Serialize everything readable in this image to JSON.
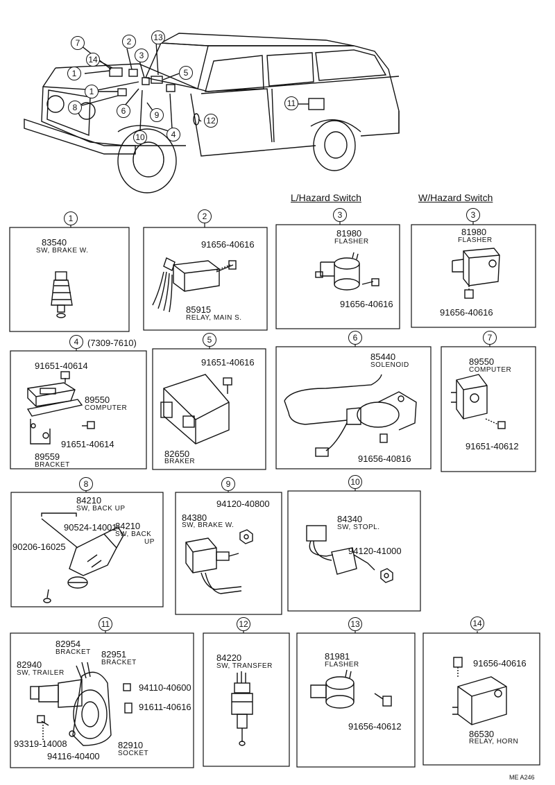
{
  "headers": {
    "l_hazard": "L/Hazard Switch",
    "w_hazard": "W/Hazard Switch"
  },
  "callouts": {
    "c1": "1",
    "c2": "2",
    "c3": "3",
    "c4": "4",
    "c5": "5",
    "c6": "6",
    "c7": "7",
    "c8": "8",
    "c9": "9",
    "c10": "10",
    "c11": "11",
    "c12": "12",
    "c13": "13",
    "c14": "14"
  },
  "panel1": {
    "num": "1",
    "part": "83540",
    "desc": "SW, BRAKE W."
  },
  "panel2": {
    "num": "2",
    "bolt": "91656-40616",
    "part": "85915",
    "desc": "RELAY, MAIN S."
  },
  "panel3a": {
    "num": "3",
    "part": "81980",
    "desc": "FLASHER",
    "bolt": "91656-40616"
  },
  "panel3b": {
    "num": "3",
    "part": "81980",
    "desc": "FLASHER",
    "bolt": "91656-40616"
  },
  "panel4": {
    "num": "4",
    "range": "(7309-7610)",
    "bolt1": "91651-40614",
    "part": "89550",
    "desc": "COMPUTER",
    "bolt2": "91651-40614",
    "bracket": "89559",
    "bracket_desc": "BRACKET"
  },
  "panel5": {
    "num": "5",
    "bolt": "91651-40616",
    "part": "82650",
    "desc": "BRAKER"
  },
  "panel6": {
    "num": "6",
    "part": "85440",
    "desc": "SOLENOID",
    "bolt": "91656-40816"
  },
  "panel7": {
    "num": "7",
    "part": "89550",
    "desc": "COMPUTER",
    "bolt": "91651-40612"
  },
  "panel8": {
    "num": "8",
    "part1": "84210",
    "desc1": "SW, BACK UP",
    "p2": "90524-14001",
    "p3": "84210",
    "desc3a": "SW, BACK",
    "desc3b": "UP",
    "p4": "90206-16025"
  },
  "panel9": {
    "num": "9",
    "nut": "94120-40800",
    "part": "84380",
    "desc": "SW, BRAKE W."
  },
  "panel10": {
    "num": "10",
    "part": "84340",
    "desc": "SW, STOPL.",
    "nut": "94120-41000"
  },
  "panel11": {
    "num": "11",
    "p1": "82954",
    "d1": "BRACKET",
    "p2": "82951",
    "d2": "BRACKET",
    "p3": "82940",
    "d3": "SW, TRAILER",
    "p4": "94110-40600",
    "p5": "91611-40616",
    "p6": "93319-14008",
    "p7": "94116-40400",
    "p8": "82910",
    "d8": "SOCKET"
  },
  "panel12": {
    "num": "12",
    "part": "84220",
    "desc": "SW, TRANSFER"
  },
  "panel13": {
    "num": "13",
    "part": "81981",
    "desc": "FLASHER",
    "bolt": "91656-40612"
  },
  "panel14": {
    "num": "14",
    "bolt": "91656-40616",
    "part": "86530",
    "desc": "RELAY, HORN"
  },
  "footer": {
    "code": "ME  A246"
  }
}
